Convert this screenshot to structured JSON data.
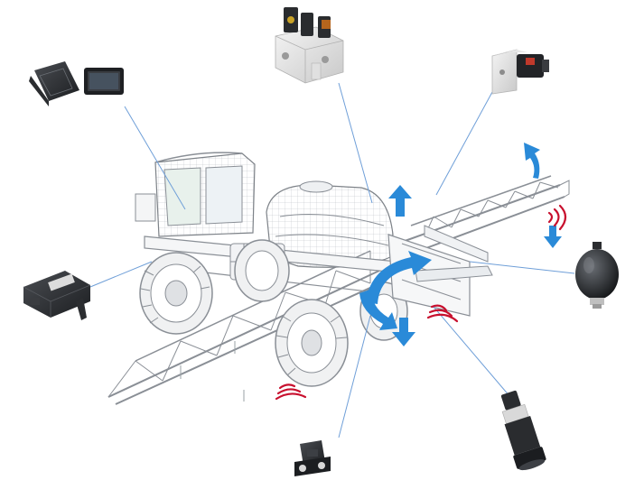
{
  "diagram": {
    "components": [
      {
        "id": "controller-display",
        "icon": "controller-and-display-icon"
      },
      {
        "id": "hydraulic-valve-block",
        "icon": "valve-block-icon"
      },
      {
        "id": "proportional-valve",
        "icon": "solenoid-valve-icon"
      },
      {
        "id": "control-module",
        "icon": "control-module-icon"
      },
      {
        "id": "hydraulic-accumulator",
        "icon": "accumulator-icon"
      },
      {
        "id": "inclination-sensor",
        "icon": "inclination-sensor-icon"
      },
      {
        "id": "ultrasonic-sensor",
        "icon": "ultrasonic-sensor-icon"
      }
    ],
    "colors": {
      "leader_line": "#6f9fd8",
      "motion_arrow": "#2a8ad8",
      "sensor_signal": "#c8102e",
      "wireframe": "#8a8f96"
    }
  }
}
